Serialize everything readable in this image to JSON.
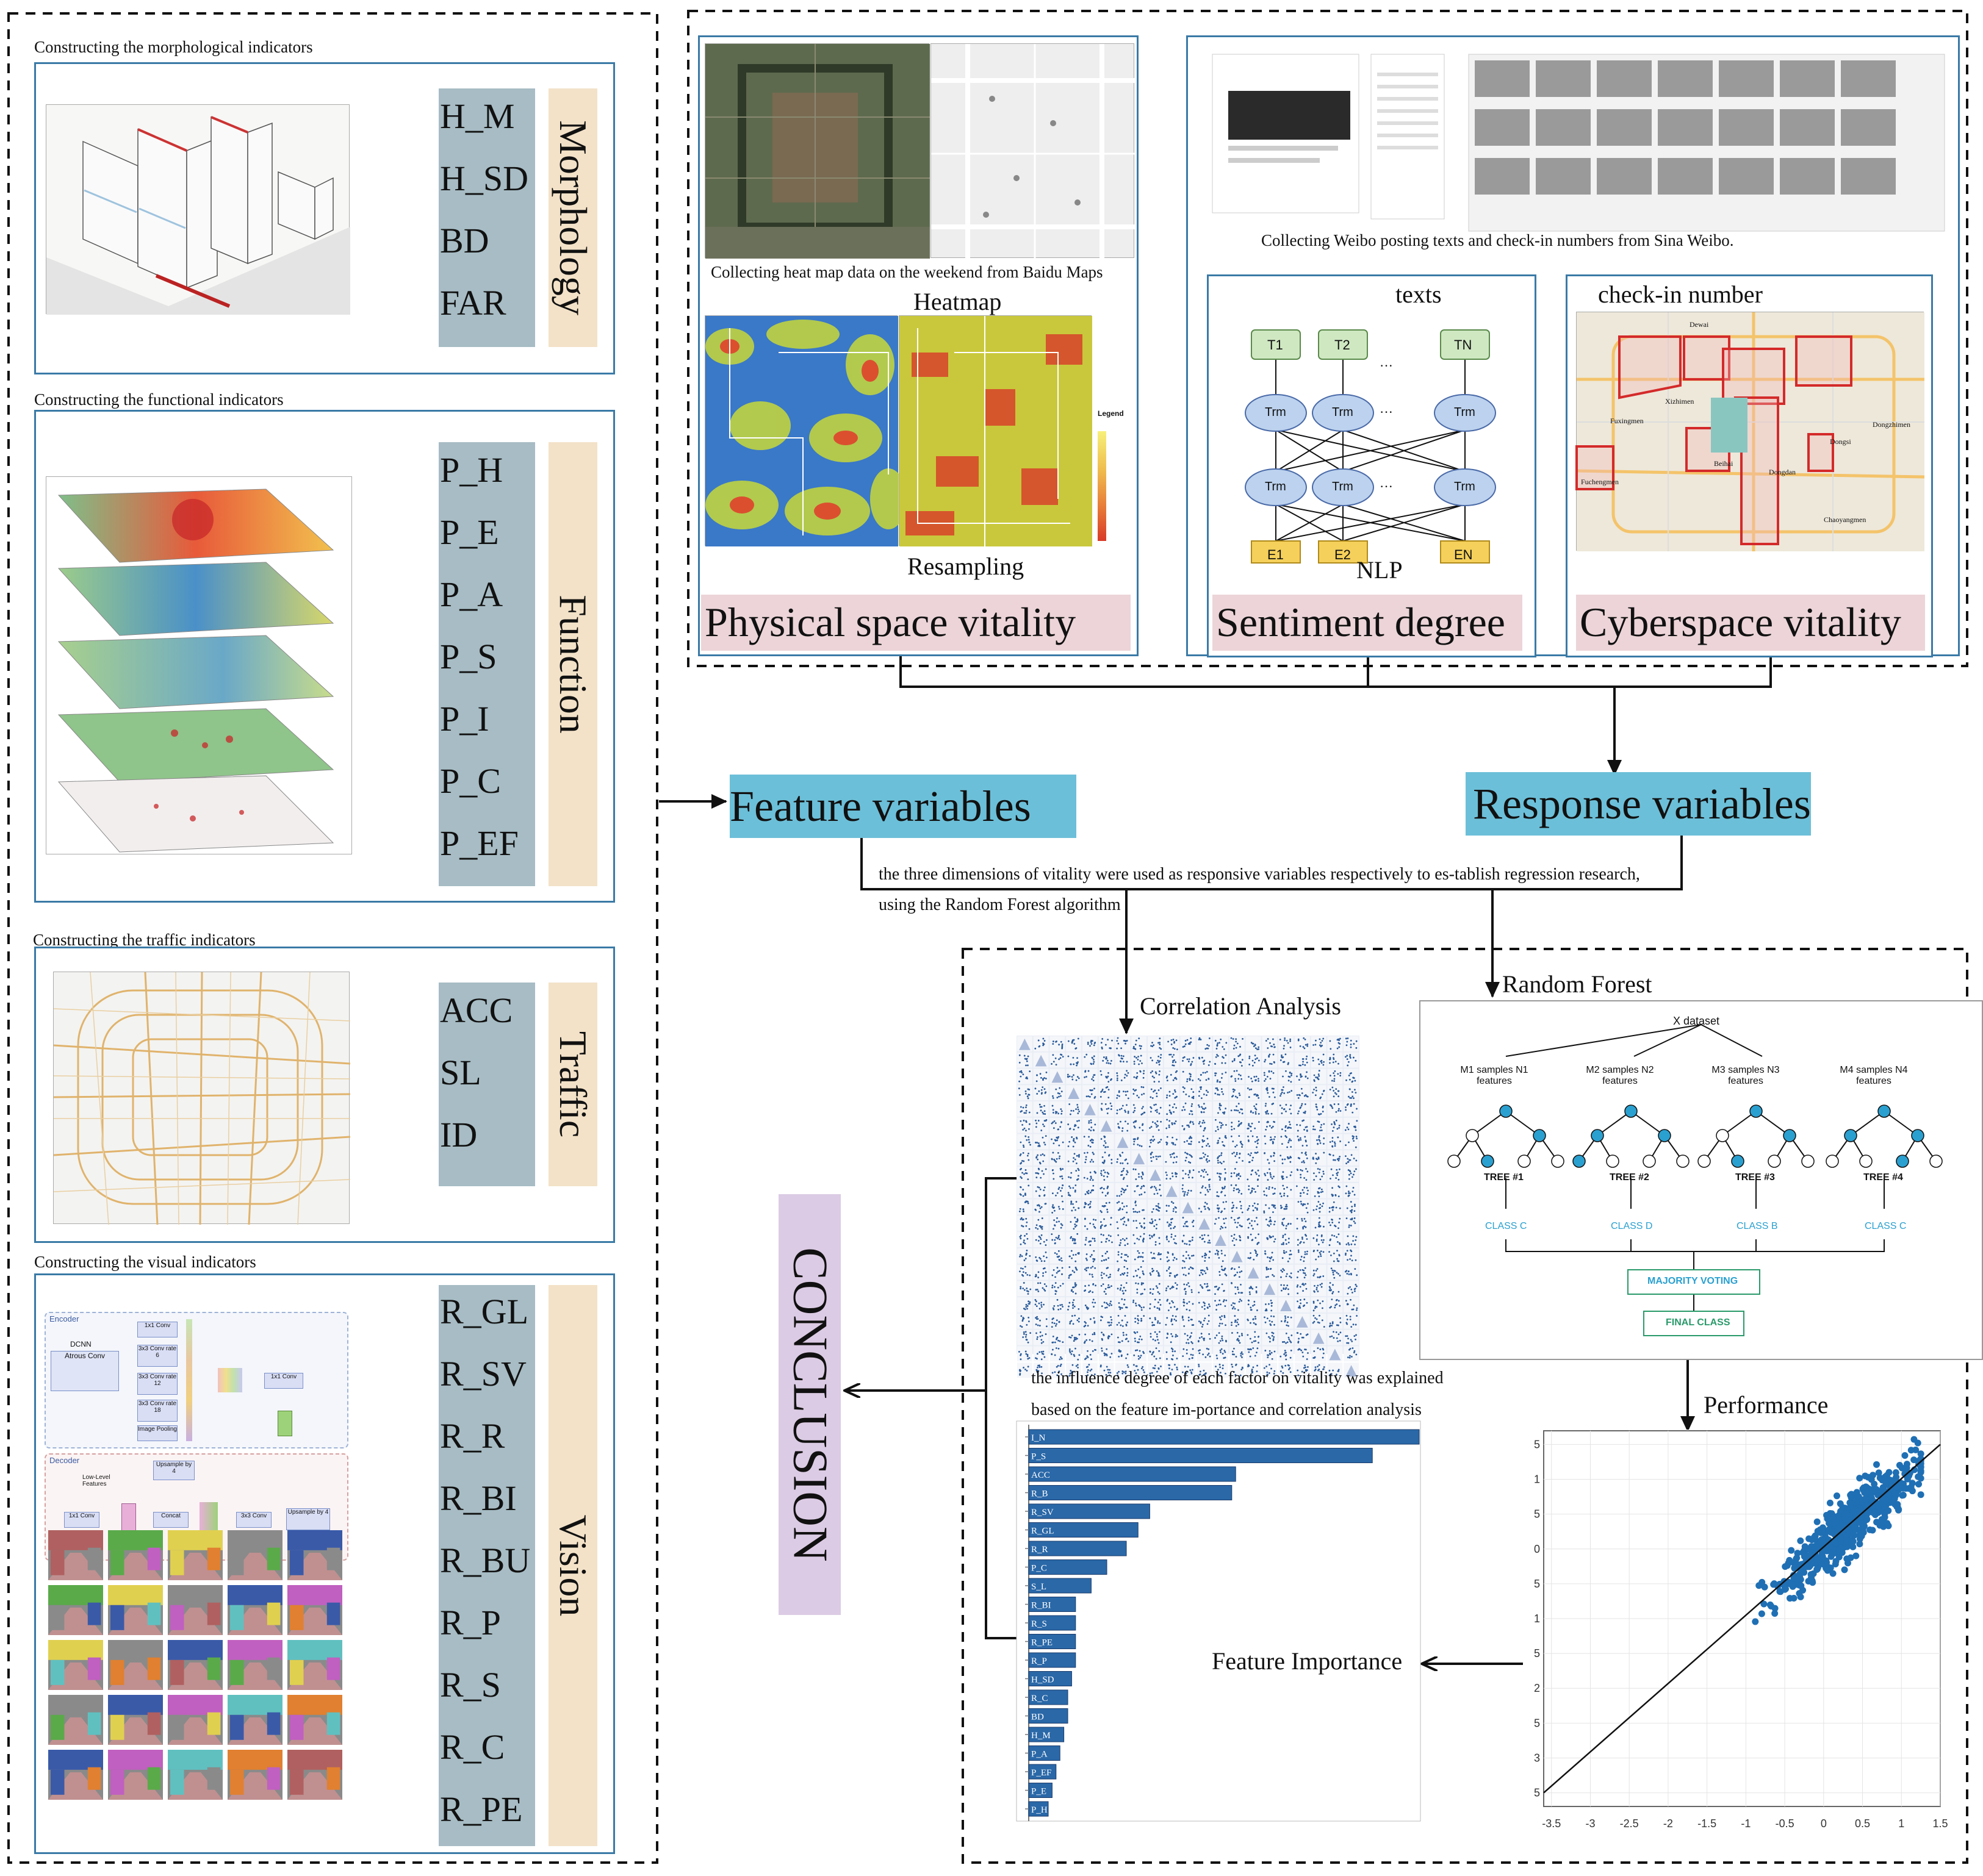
{
  "left": {
    "morphology": {
      "title": "Constructing the morphological indicators",
      "dimension": "Morphology",
      "variables": [
        "H_M",
        "H_SD",
        "BD",
        "FAR"
      ]
    },
    "function": {
      "title": "Constructing the functional indicators",
      "dimension": "Function",
      "variables": [
        "P_H",
        "P_E",
        "P_A",
        "P_S",
        "P_I",
        "P_C",
        "P_EF"
      ]
    },
    "traffic": {
      "title": "Constructing the traffic indicators",
      "dimension": "Traffic",
      "variables": [
        "ACC",
        "SL",
        "ID"
      ]
    },
    "vision": {
      "title": "Constructing the visual indicators",
      "dimension": "Vision",
      "variables": [
        "R_GL",
        "R_SV",
        "R_R",
        "R_BI",
        "R_BU",
        "R_P",
        "R_S",
        "R_C",
        "R_PE"
      ],
      "network": {
        "encoder": "Encoder",
        "decoder": "Decoder",
        "dcnn": "DCNN",
        "atrous": "Atrous Conv",
        "branches": [
          "1x1 Conv",
          "3x3 Conv rate 6",
          "3x3 Conv rate 12",
          "3x3 Conv rate 18",
          "Image Pooling"
        ],
        "enc_out": "1x1 Conv",
        "low_level": "Low-Level Features",
        "upsample": "Upsample by 4",
        "dec_blocks": [
          "1x1 Conv",
          "Concat",
          "3x3 Conv",
          "Upsample by 4"
        ]
      }
    }
  },
  "top": {
    "heat_caption": "Collecting heat map data on the weekend from Baidu Maps",
    "heatmap_label": "Heatmap",
    "legend_title": "Legend",
    "resampling": "Resampling",
    "physical": "Physical space vitality",
    "weibo_caption": "Collecting Weibo posting texts  and check-in numbers from Sina Weibo.",
    "texts": "texts",
    "checkin": "check-in number",
    "nlp": "NLP",
    "sentiment": "Sentiment degree",
    "cyberspace": "Cyberspace vitality",
    "transformer": {
      "top": [
        "T1",
        "T2",
        "TN"
      ],
      "trm": "Trm",
      "bottom": [
        "E1",
        "E2",
        "EN"
      ],
      "dots": "···"
    },
    "map_places": [
      "Dewai",
      "Xizhimen",
      "Fuxingmen",
      "Dongzhimen",
      "Dongsi",
      "Chaoyangmen",
      "Beihai",
      "Fuchengmen",
      "Dongdan"
    ]
  },
  "middle": {
    "feature": "Feature variables",
    "response": "Response variables",
    "note_line1": "the three dimensions of vitality were used as responsive variables respectively to es-tablish regression research,",
    "note_line2": "using the Random Forest algorithm"
  },
  "bottom": {
    "correlation": "Correlation Analysis",
    "random_forest": "Random Forest",
    "performance": "Performance",
    "feature_importance": "Feature Importance",
    "conclusion": "CONCLUSION",
    "influence_line1": "the influence degree of each factor on vitality was explained",
    "influence_line2": "based on the feature im-portance and correlation analysis",
    "rf": {
      "dataset": "X dataset",
      "samples": [
        "M1 samples N1 features",
        "M2 samples N2 features",
        "M3 samples N3 features",
        "M4 samples N4 features"
      ],
      "trees": [
        "TREE #1",
        "TREE #2",
        "TREE #3",
        "TREE #4"
      ],
      "classes": [
        "CLASS C",
        "CLASS D",
        "CLASS B",
        "CLASS C"
      ],
      "voting": "MAJORITY VOTING",
      "final": "FINAL CLASS"
    }
  },
  "chart_data": [
    {
      "type": "bar",
      "orientation": "horizontal",
      "categories": [
        "I_N",
        "P_S",
        "ACC",
        "R_B",
        "R_SV",
        "R_GL",
        "R_R",
        "P_C",
        "S_L",
        "R_BI",
        "R_S",
        "R_PE",
        "R_P",
        "H_SD",
        "R_C",
        "BD",
        "H_M",
        "P_A",
        "P_EF",
        "P_E",
        "P_H"
      ],
      "values": [
        1.0,
        0.88,
        0.53,
        0.52,
        0.31,
        0.28,
        0.25,
        0.2,
        0.16,
        0.12,
        0.12,
        0.12,
        0.12,
        0.11,
        0.1,
        0.1,
        0.09,
        0.08,
        0.07,
        0.06,
        0.05
      ],
      "xlim": [
        0,
        1
      ]
    },
    {
      "type": "scatter",
      "xlim": [
        -3.6,
        1.5
      ],
      "ylim": [
        -3.8,
        1.7
      ],
      "xticks": [
        "-3.5",
        "-3",
        "-2.5",
        "-2",
        "-1.5",
        "-1",
        "-0.5",
        "0",
        "0.5",
        "1",
        "1.5"
      ],
      "yticks": [
        "5",
        "1",
        "5",
        "0",
        "5",
        "1",
        "5",
        "2",
        "5",
        "3",
        "5"
      ],
      "reference_line": "y = x",
      "n_points": 600,
      "color": "#1f6fb4"
    }
  ],
  "colors": {
    "panel_border": "#3a7aa6",
    "var_column": "#a7bcc4",
    "dimension_box": "#f3e2c8",
    "label_pink": "#ecd4d8",
    "label_blue": "#6cbfd8",
    "conclusion": "#dccbe4",
    "bar": "#2a68a8"
  }
}
